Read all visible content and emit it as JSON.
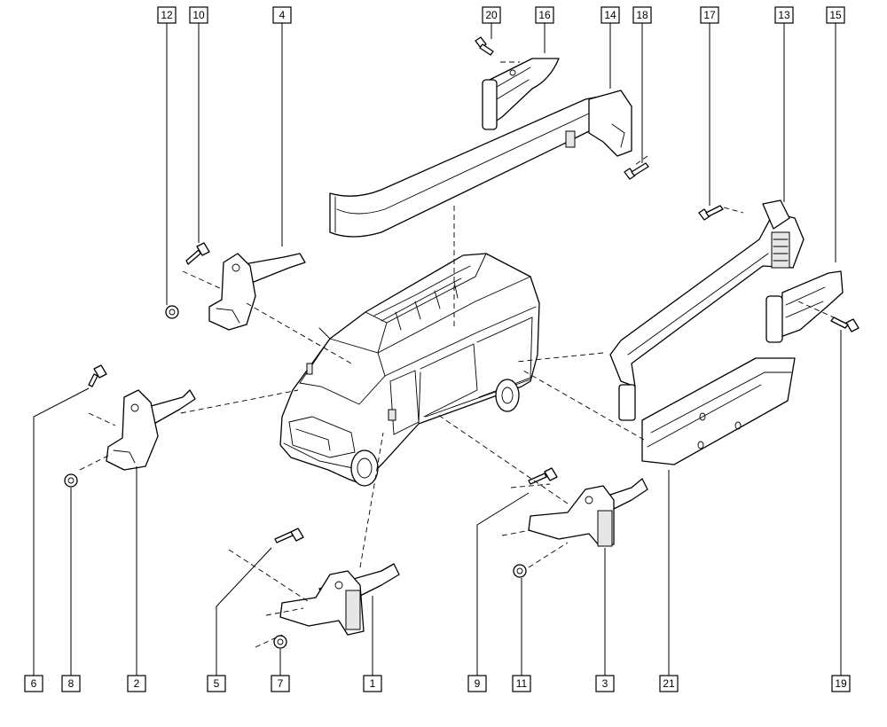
{
  "diagram": {
    "callouts": [
      {
        "id": "c12",
        "label": "12"
      },
      {
        "id": "c10",
        "label": "10"
      },
      {
        "id": "c4",
        "label": "4"
      },
      {
        "id": "c20",
        "label": "20"
      },
      {
        "id": "c16",
        "label": "16"
      },
      {
        "id": "c14",
        "label": "14"
      },
      {
        "id": "c18",
        "label": "18"
      },
      {
        "id": "c17",
        "label": "17"
      },
      {
        "id": "c13",
        "label": "13"
      },
      {
        "id": "c15",
        "label": "15"
      },
      {
        "id": "c6",
        "label": "6"
      },
      {
        "id": "c8",
        "label": "8"
      },
      {
        "id": "c2",
        "label": "2"
      },
      {
        "id": "c5",
        "label": "5"
      },
      {
        "id": "c7",
        "label": "7"
      },
      {
        "id": "c1",
        "label": "1"
      },
      {
        "id": "c9",
        "label": "9"
      },
      {
        "id": "c11",
        "label": "11"
      },
      {
        "id": "c3",
        "label": "3"
      },
      {
        "id": "c21",
        "label": "21"
      },
      {
        "id": "c19",
        "label": "19"
      }
    ]
  }
}
